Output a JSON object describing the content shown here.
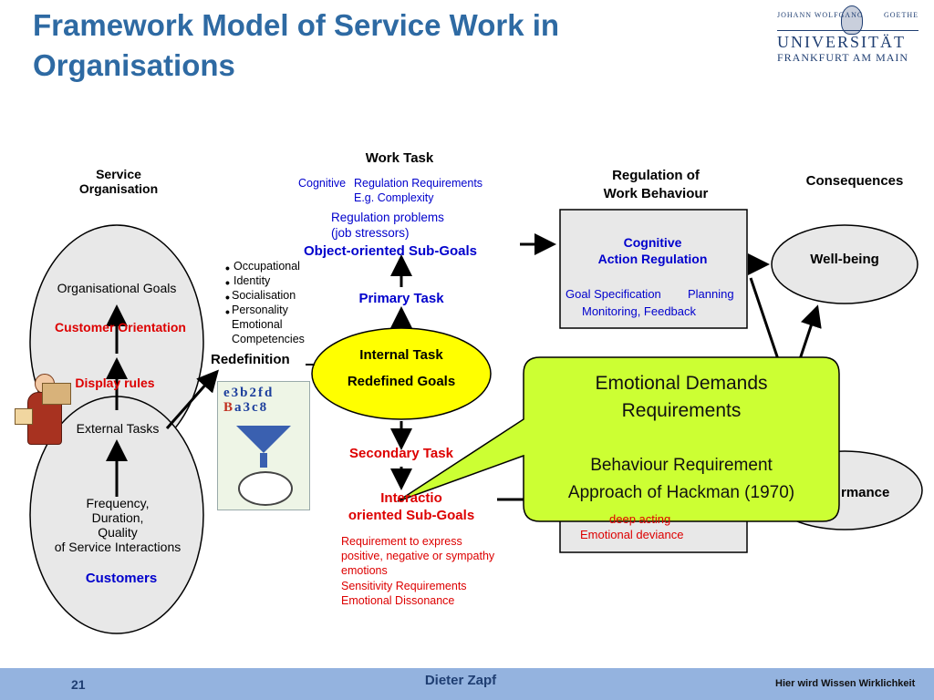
{
  "title": "Framework Model of Service Work in Organisations",
  "logo": {
    "line1_left": "JOHANN WOLFGANG",
    "line1_right": "GOETHE",
    "university": "UNIVERSITÄT",
    "city": "FRANKFURT AM MAIN"
  },
  "service_org": {
    "heading": "Service\nOrganisation",
    "goals": "Organisational Goals",
    "customer_orientation": "Customer Orientation",
    "display_rules": "Display rules",
    "external_tasks": "External Tasks",
    "frequency": "Frequency,\nDuration,\nQuality\nof Service Interactions",
    "customers": "Customers"
  },
  "work_task": {
    "heading": "Work Task",
    "cognitive": "Cognitive",
    "regulation_requirements": "Regulation Requirements",
    "complexity": "E.g. Complexity",
    "regulation_problems": "Regulation problems\n(job stressors)",
    "object_goals": "Object-oriented Sub-Goals",
    "primary_task": "Primary Task",
    "internal_task": "Internal Task",
    "redefined_goals": "Redefined Goals",
    "secondary_task": "Secondary Task",
    "interaction_goals": "Interactio\noriented Sub-Goals",
    "requirement_express": "Requirement to express\npositive, negative or sympathy\nemotions",
    "sensitivity": "Sensitivity Requirements\nEmotional Dissonance"
  },
  "person": {
    "redefinition": "Redefinition",
    "items": [
      "Occupational\nIdentity",
      "Socialisation",
      "Personality",
      "Emotional\nCompetencies"
    ]
  },
  "regulation": {
    "heading": "Regulation of\nWork Behaviour",
    "cognitive_action": "Cognitive\nAction Regulation",
    "goal_spec": "Goal Specification",
    "planning": "Planning",
    "monitoring": "Monitoring, Feedback",
    "deep_acting": "deep acting",
    "emotional_deviance": "Emotional deviance"
  },
  "consequences": {
    "heading": "Consequences",
    "well_being": "Well-being",
    "performance": "rmance"
  },
  "balloon": {
    "line1": "Emotional Demands",
    "line2": "Requirements",
    "line3": "Behaviour Requirement",
    "line4": "Approach of Hackman (1970)"
  },
  "footer": {
    "page": "21",
    "author": "Dieter Zapf",
    "slogan": "Hier wird Wissen Wirklichkeit"
  },
  "colors": {
    "title_blue": "#2e6aa3",
    "balloon_fill": "#ccff33",
    "ellipse_fill": "#e8e8e8",
    "internal_fill": "#ffff00",
    "footer_fill": "#94b3df"
  }
}
